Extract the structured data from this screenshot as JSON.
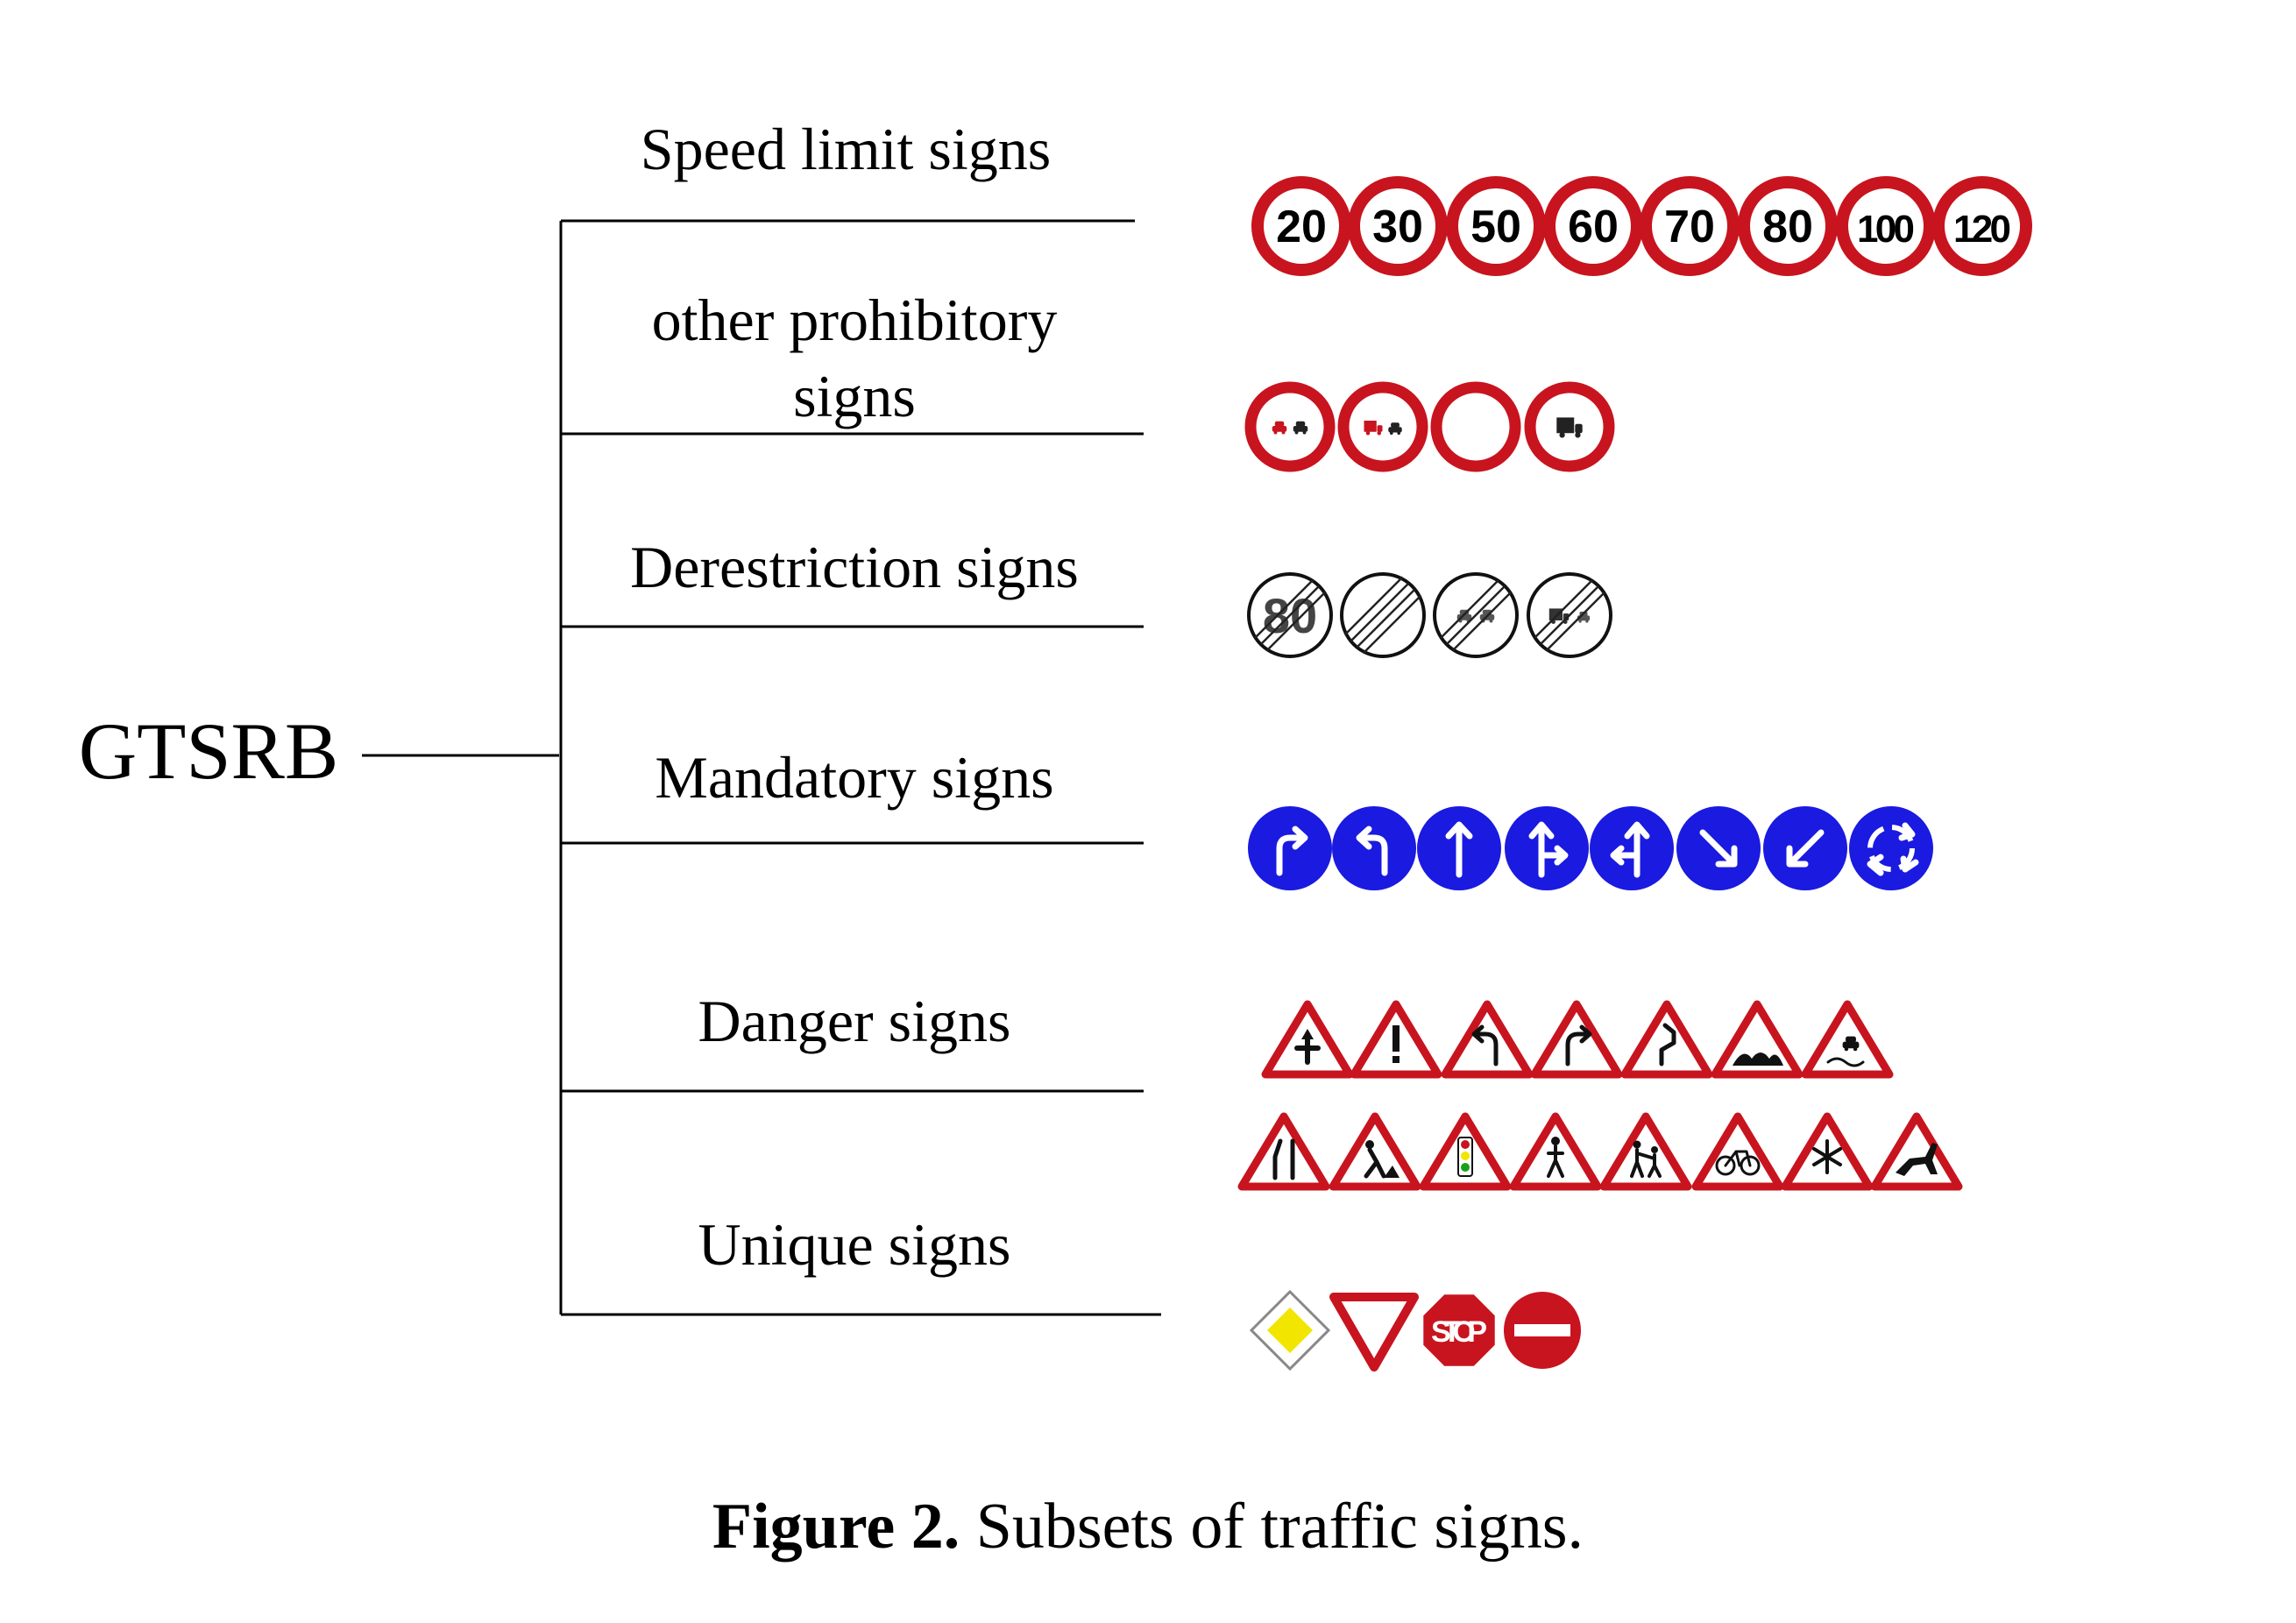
{
  "root": {
    "label": "GTSRB"
  },
  "categories": [
    {
      "lines": [
        "Speed limit signs"
      ]
    },
    {
      "lines": [
        "other prohibitory",
        "signs"
      ]
    },
    {
      "lines": [
        "Derestriction signs"
      ]
    },
    {
      "lines": [
        "Mandatory signs"
      ]
    },
    {
      "lines": [
        "Danger signs"
      ]
    },
    {
      "lines": [
        "Unique signs"
      ]
    }
  ],
  "signs": {
    "speed_limits": [
      "20",
      "30",
      "50",
      "60",
      "70",
      "80",
      "100",
      "120"
    ],
    "other_prohibitory": [
      "no-overtaking-icon",
      "no-overtaking-trucks-icon",
      "no-vehicles-icon",
      "no-trucks-icon"
    ],
    "derestriction": {
      "speed_text": "80",
      "icons": [
        "end-speed-limit-80-icon",
        "end-all-restrictions-icon",
        "end-no-overtaking-icon",
        "end-no-overtaking-trucks-icon"
      ]
    },
    "mandatory": [
      "turn-right-ahead-icon",
      "turn-left-ahead-icon",
      "ahead-only-icon",
      "straight-or-right-icon",
      "straight-or-left-icon",
      "keep-right-icon",
      "keep-left-icon",
      "roundabout-icon"
    ],
    "danger_row1": [
      "right-of-way-icon",
      "general-caution-icon",
      "curve-left-icon",
      "curve-right-icon",
      "double-curve-icon",
      "bumpy-road-icon",
      "slippery-road-icon"
    ],
    "danger_row2": [
      "road-narrows-icon",
      "road-work-icon",
      "traffic-signals-icon",
      "pedestrians-icon",
      "children-crossing-icon",
      "bicycles-crossing-icon",
      "ice-snow-icon",
      "wild-animals-icon"
    ],
    "unique": {
      "stop_text": "STOP",
      "icons": [
        "priority-road-icon",
        "yield-icon",
        "stop-icon",
        "no-entry-icon"
      ]
    }
  },
  "caption": {
    "label": "Figure 2.",
    "text": " Subsets of traffic signs."
  },
  "colors": {
    "red": "#c8141e",
    "blue": "#1a1ae0",
    "yellow": "#f2e600",
    "black": "#000000"
  }
}
